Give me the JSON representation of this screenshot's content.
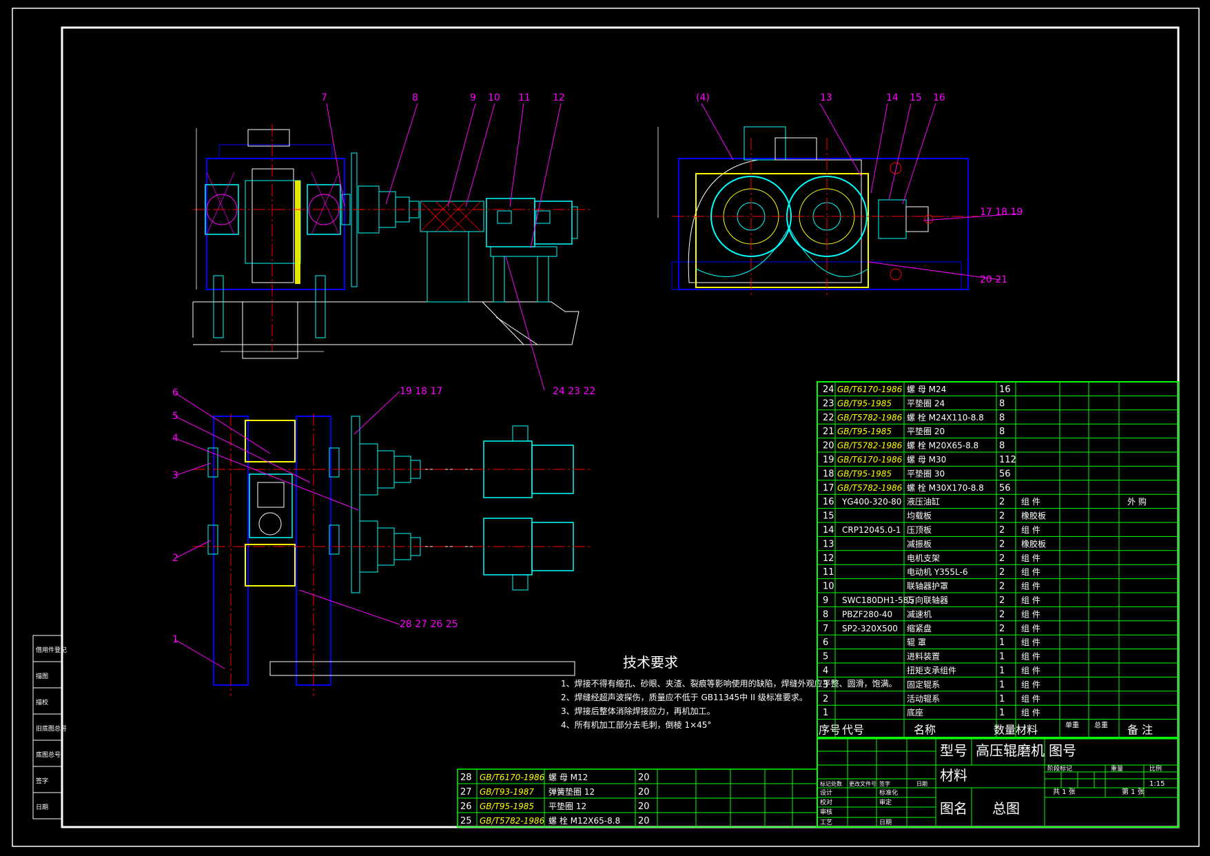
{
  "drawing": {
    "title_block": {
      "model_label": "型号",
      "model_value": "高压辊磨机",
      "drawing_no_label": "图号",
      "material_label": "材料",
      "drawing_name_label": "图名",
      "drawing_name_value": "总图",
      "stage_mark_label": "阶段标记",
      "weight_label": "重量",
      "scale_label": "比例",
      "scale_value": "1:15",
      "sheet_total": "共 1 张",
      "sheet_no": "第 1 张",
      "change_headers": [
        "标记",
        "处数",
        "更改文件号",
        "签字",
        "日期"
      ],
      "roles_left": [
        "设计",
        "校对",
        "审核",
        "工艺"
      ],
      "roles_right": [
        "标准化",
        "审定",
        "",
        "日期"
      ]
    },
    "left_strip": [
      "借用件登记",
      "描图",
      "描校",
      "旧底图总号",
      "底图总号",
      "签字",
      "日期"
    ],
    "tech_requirements": {
      "title": "技术要求",
      "items": [
        "1、焊接不得有缩孔、砂眼、夹渣、裂痕等影响使用的缺陷，焊缝外观应平整、圆滑，饱满。",
        "2、焊缝经超声波探伤，质量应不低于 GB11345中 II 级标准要求。",
        "3、焊接后整体消除焊接应力，再机加工。",
        "4、所有机加工部分去毛刺，倒棱 1×45°"
      ]
    },
    "bom_header": {
      "no": "序号",
      "code": "代号",
      "name": "名称",
      "qty": "数量",
      "material": "材料",
      "unit_weight": "单重",
      "total_weight": "总重",
      "remark": "备 注"
    },
    "bom": [
      {
        "no": "24",
        "code": "GB/T6170-1986",
        "name": "螺 母 M24",
        "qty": "16",
        "material": "",
        "remark": ""
      },
      {
        "no": "23",
        "code": "GB/T95-1985",
        "name": "平垫圈 24",
        "qty": "8",
        "material": "",
        "remark": ""
      },
      {
        "no": "22",
        "code": "GB/T5782-1986",
        "name": "螺 栓 M24X110-8.8",
        "qty": "8",
        "material": "",
        "remark": ""
      },
      {
        "no": "21",
        "code": "GB/T95-1985",
        "name": "平垫圈 20",
        "qty": "8",
        "material": "",
        "remark": ""
      },
      {
        "no": "20",
        "code": "GB/T5782-1986",
        "name": "螺 栓 M20X65-8.8",
        "qty": "8",
        "material": "",
        "remark": ""
      },
      {
        "no": "19",
        "code": "GB/T6170-1986",
        "name": "螺 母 M30",
        "qty": "112",
        "material": "",
        "remark": ""
      },
      {
        "no": "18",
        "code": "GB/T95-1985",
        "name": "平垫圈 30",
        "qty": "56",
        "material": "",
        "remark": ""
      },
      {
        "no": "17",
        "code": "GB/T5782-1986",
        "name": "螺 栓 M30X170-8.8",
        "qty": "56",
        "material": "",
        "remark": ""
      },
      {
        "no": "16",
        "code": "YG400-320-80",
        "name": "液压油缸",
        "qty": "2",
        "material": "组 件",
        "remark": "外 购"
      },
      {
        "no": "15",
        "code": "",
        "name": "均载板",
        "qty": "2",
        "material": "橡胶板",
        "remark": ""
      },
      {
        "no": "14",
        "code": "CRP12045.0-1",
        "name": "压顶板",
        "qty": "2",
        "material": "组 件",
        "remark": ""
      },
      {
        "no": "13",
        "code": "",
        "name": "减振板",
        "qty": "2",
        "material": "橡胶板",
        "remark": ""
      },
      {
        "no": "12",
        "code": "",
        "name": "电机支架",
        "qty": "2",
        "material": "组 件",
        "remark": ""
      },
      {
        "no": "11",
        "code": "",
        "name": "电动机 Y355L-6",
        "qty": "2",
        "material": "组 件",
        "remark": ""
      },
      {
        "no": "10",
        "code": "",
        "name": "联轴器护罩",
        "qty": "2",
        "material": "组 件",
        "remark": ""
      },
      {
        "no": "9",
        "code": "SWC180DH1-585",
        "name": "万向联轴器",
        "qty": "2",
        "material": "组 件",
        "remark": ""
      },
      {
        "no": "8",
        "code": "PBZF280-40",
        "name": "减速机",
        "qty": "2",
        "material": "组 件",
        "remark": ""
      },
      {
        "no": "7",
        "code": "SP2-320X500",
        "name": "缩紧盘",
        "qty": "2",
        "material": "组 件",
        "remark": ""
      },
      {
        "no": "6",
        "code": "",
        "name": "辊 罩",
        "qty": "1",
        "material": "组 件",
        "remark": ""
      },
      {
        "no": "5",
        "code": "",
        "name": "进料装置",
        "qty": "1",
        "material": "组 件",
        "remark": ""
      },
      {
        "no": "4",
        "code": "",
        "name": "扭矩支承组件",
        "qty": "1",
        "material": "组 件",
        "remark": ""
      },
      {
        "no": "3",
        "code": "",
        "name": "固定辊系",
        "qty": "1",
        "material": "组 件",
        "remark": ""
      },
      {
        "no": "2",
        "code": "",
        "name": "活动辊系",
        "qty": "1",
        "material": "组 件",
        "remark": ""
      },
      {
        "no": "1",
        "code": "",
        "name": "底座",
        "qty": "1",
        "material": "组 件",
        "remark": ""
      }
    ],
    "bom_lower": [
      {
        "no": "28",
        "code": "GB/T6170-1986",
        "name": "螺 母 M12",
        "qty": "20"
      },
      {
        "no": "27",
        "code": "GB/T93-1987",
        "name": "弹簧垫圈 12",
        "qty": "20"
      },
      {
        "no": "26",
        "code": "GB/T95-1985",
        "name": "平垫圈 12",
        "qty": "20"
      },
      {
        "no": "25",
        "code": "GB/T5782-1986",
        "name": "螺 栓 M12X65-8.8",
        "qty": "20"
      }
    ],
    "balloons_front": [
      "7",
      "8",
      "9",
      "10",
      "11",
      "12",
      "24 23 22"
    ],
    "balloons_side": [
      "(4)",
      "13",
      "14",
      "15",
      "16",
      "17 18 19",
      "20 21"
    ],
    "balloons_plan": [
      "6",
      "5",
      "4",
      "3",
      "2",
      "1",
      "19 18 17",
      "28 27 26 25"
    ],
    "colors": {
      "frame": "#ffffff",
      "table": "#00ff00",
      "text": "#ffffff",
      "leader": "#ff00ff",
      "part": "#00ffff",
      "steel": "#0000ff",
      "accent": "#ffff00",
      "center": "#ff0000"
    }
  }
}
